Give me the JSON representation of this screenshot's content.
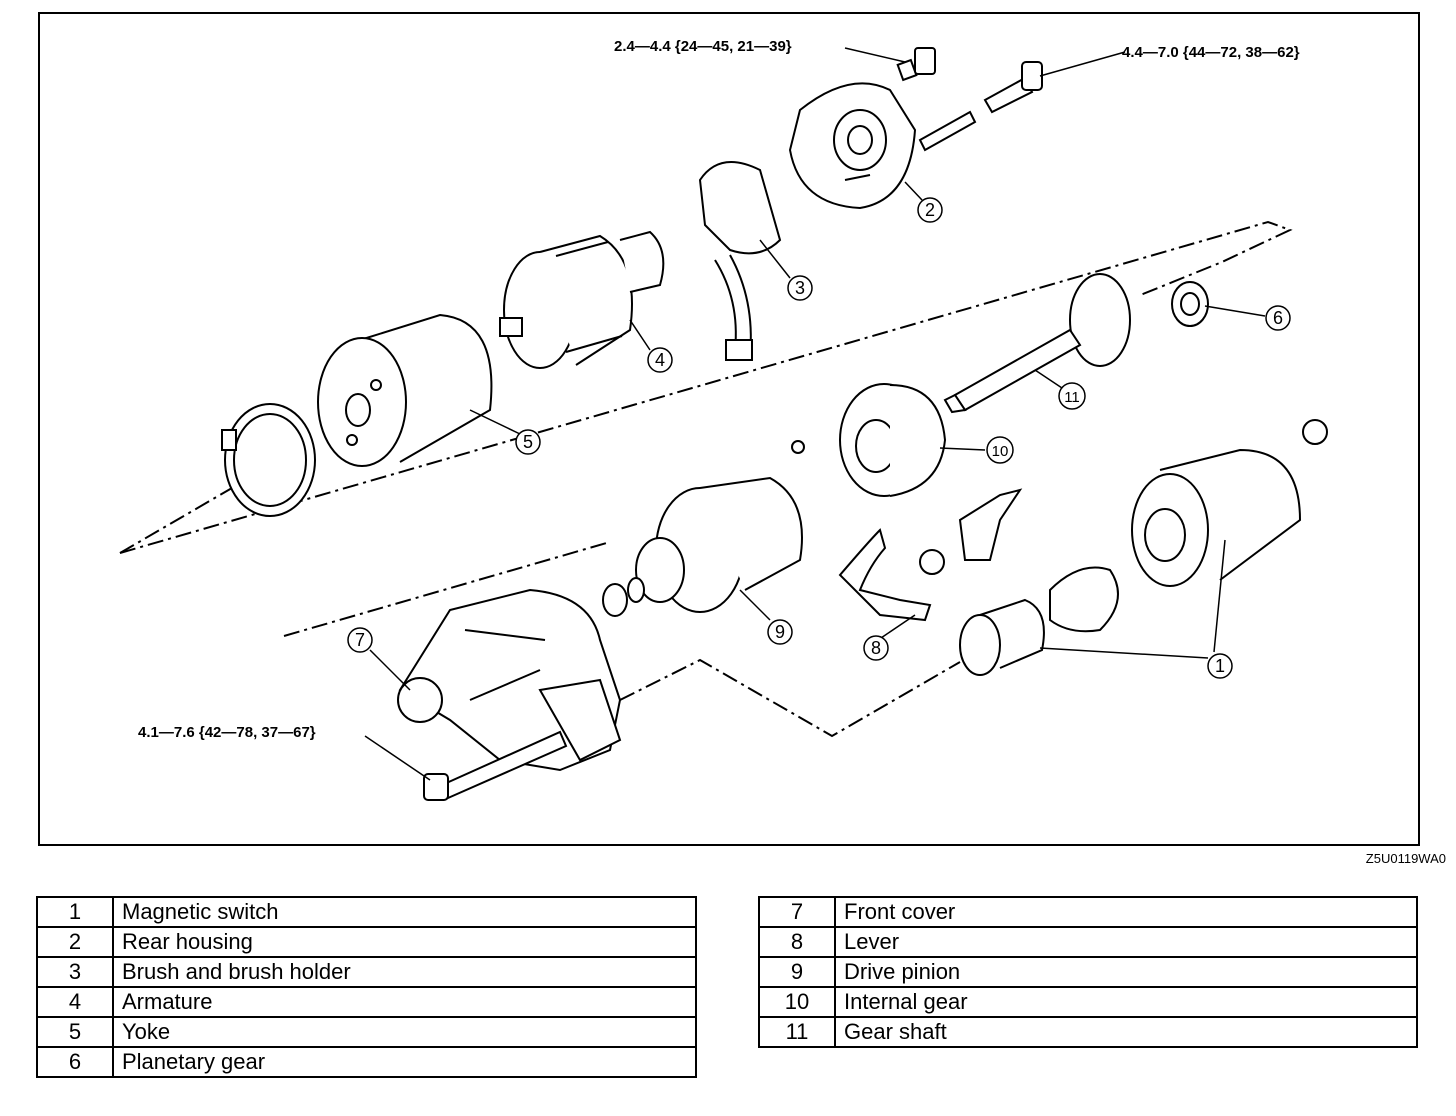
{
  "callouts": [
    {
      "num": "1",
      "name": "Magnetic switch"
    },
    {
      "num": "2",
      "name": "Rear housing"
    },
    {
      "num": "3",
      "name": "Brush and brush holder"
    },
    {
      "num": "4",
      "name": "Armature"
    },
    {
      "num": "5",
      "name": "Yoke"
    },
    {
      "num": "6",
      "name": "Planetary gear"
    },
    {
      "num": "7",
      "name": "Front cover"
    },
    {
      "num": "8",
      "name": "Lever"
    },
    {
      "num": "9",
      "name": "Drive pinion"
    },
    {
      "num": "10",
      "name": "Internal gear"
    },
    {
      "num": "11",
      "name": "Gear shaft"
    }
  ],
  "torque_specs": {
    "rear_screw": "2.4—4.4 {24—45, 21—39}",
    "through_bolt": "4.4—7.0 {44—72, 38—62}",
    "front_bolt": "4.1—7.6 {42—78, 37—67}"
  },
  "figure_code": "Z5U0119WA0",
  "colors": {
    "line": "#000000",
    "background": "#ffffff"
  }
}
